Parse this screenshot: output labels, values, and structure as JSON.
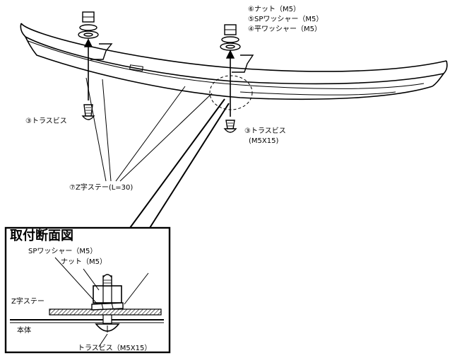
{
  "labels": {
    "nut_top": "⑥ナット（M5）",
    "sp_washer_top": "⑤SPワッシャー（M5）",
    "flat_washer_top": "④平ワッシャー（M5）",
    "truss_left": "③トラスビス",
    "truss_right": "③トラスビス",
    "truss_right_size": "(M5X15)",
    "z_stay": "⑦Z字ステー(L=30)"
  },
  "inset": {
    "title": "取付断面図",
    "sp_washer": "SPワッシャー（M5）",
    "nut": "ナット（M5）",
    "z_stay": "Z字ステー",
    "body": "本体",
    "truss": "トラスビス（M5X15）"
  },
  "colors": {
    "line": "#000000",
    "bumper_fill": "#ffffff"
  }
}
